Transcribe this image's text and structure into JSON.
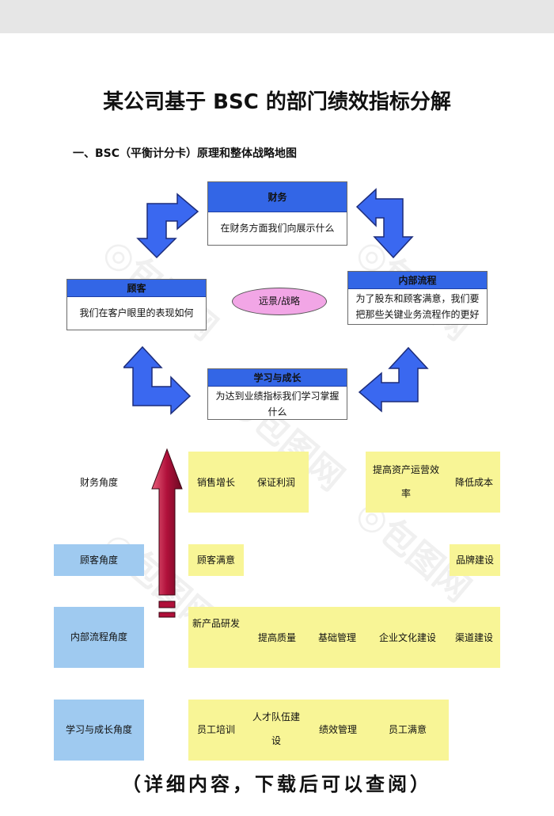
{
  "title": "某公司基于 BSC 的部门绩效指标分解",
  "section_heading": "一、BSC（平衡计分卡）原理和整体战略地图",
  "diagram": {
    "finance": {
      "head": "财务",
      "body": "在财务方面我们向展示什么"
    },
    "customer": {
      "head": "顾客",
      "body": "我们在客户眼里的表现如何"
    },
    "process": {
      "head": "内部流程",
      "body": "为了股东和顾客满意，我们要把那些关键业务流程作的更好"
    },
    "learning": {
      "head": "学习与成长",
      "body": "为达到业绩指标我们学习掌握什么"
    },
    "center": "远景/战略"
  },
  "perspectives": {
    "finance": {
      "label": "财务角度",
      "items": [
        "销售增长",
        "保证利润",
        "提高资产运营效率",
        "降低成本"
      ]
    },
    "customer": {
      "label": "顾客角度",
      "items": [
        "顾客满意",
        "品牌建设"
      ]
    },
    "process": {
      "label": "内部流程角度",
      "items": [
        "新产品研发",
        "提高质量",
        "基础管理",
        "企业文化建设",
        "渠道建设"
      ]
    },
    "learning": {
      "label": "学习与成长角度",
      "items": [
        "员工培训",
        "人才队伍建设",
        "绩效管理",
        "员工满意"
      ]
    }
  },
  "footer": "（详细内容，下载后可以查阅）",
  "colors": {
    "header_blue": "#3366e6",
    "arrow_blue": "#3a68f0",
    "label_blue": "#9fcaf0",
    "cell_yellow": "#f8f596",
    "oval_pink": "#f2a6e6",
    "big_arrow": "#b0103a"
  }
}
